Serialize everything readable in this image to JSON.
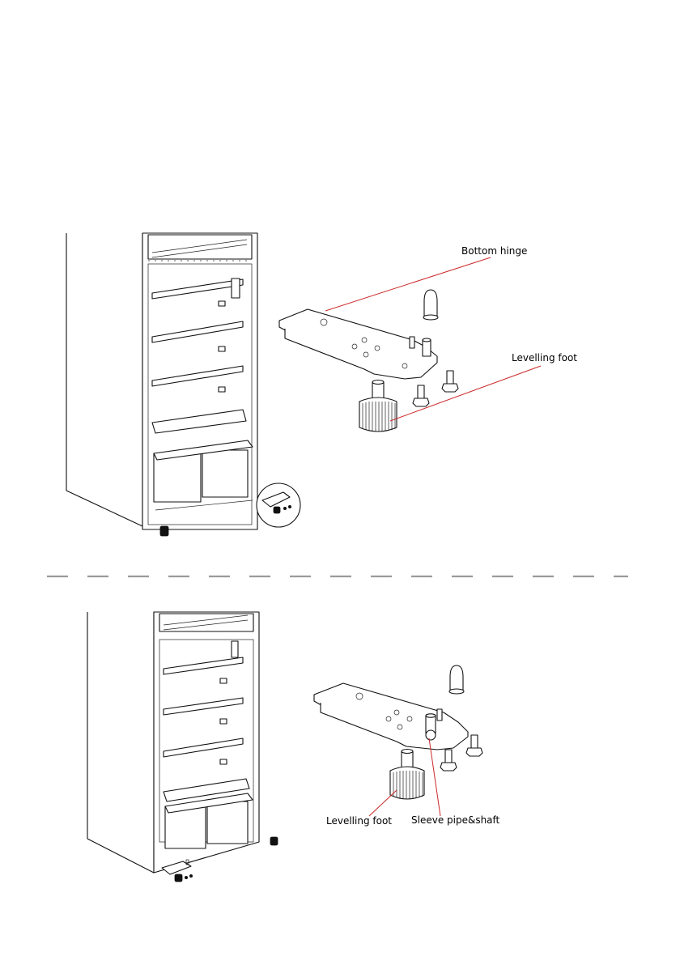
{
  "section_top": {
    "labels": {
      "bottom_hinge": "Bottom hinge",
      "levelling_foot": "Levelling foot"
    }
  },
  "section_bottom": {
    "labels": {
      "levelling_foot": "Levelling foot",
      "sleeve_pipe_shaft": "Sleeve pipe&shaft"
    }
  },
  "colors": {
    "leader_line": "#cc2a2a",
    "divider": "#9a9a9a",
    "outline": "#111111"
  }
}
